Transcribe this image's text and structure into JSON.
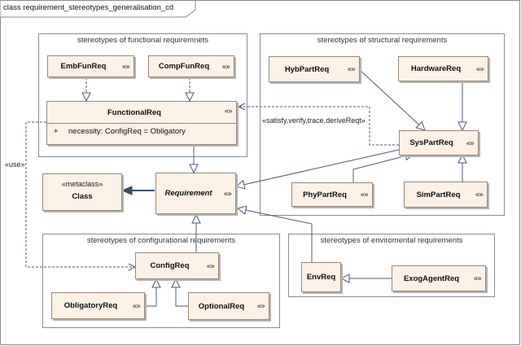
{
  "frame": {
    "title": "class requirement_stereotypes_generalisation_cd"
  },
  "stereotype_glyph": "«»",
  "packages": {
    "functional": {
      "title": "stereotypes of functional requiremnets"
    },
    "structural": {
      "title": "stereotypes of structural requirements"
    },
    "configurational": {
      "title": "stereotypes of configurational requirements"
    },
    "environmental": {
      "title": "stereotypes of enviromental requirements"
    }
  },
  "classes": {
    "emb_fun_req": {
      "name": "EmbFunReq"
    },
    "comp_fun_req": {
      "name": "CompFunReq"
    },
    "functional_req": {
      "name": "FunctionalReq",
      "attribute": {
        "visibility": "+",
        "text": "necessity: ConfigReq = Obligatory"
      }
    },
    "hyb_part_req": {
      "name": "HybPartReq"
    },
    "hardware_req": {
      "name": "HardwareReq"
    },
    "sys_part_req": {
      "name": "SysPartReq"
    },
    "phy_part_req": {
      "name": "PhyPartReq"
    },
    "sim_part_req": {
      "name": "SimPartReq"
    },
    "metaclass": {
      "stereotype": "«metaclass»",
      "name": "Class"
    },
    "requirement": {
      "name": "Requirement"
    },
    "config_req": {
      "name": "ConfigReq"
    },
    "obligatory_req": {
      "name": "ObligatoryReq"
    },
    "optional_req": {
      "name": "OptionalReq"
    },
    "env_req": {
      "name": "EnvReq"
    },
    "exog_agent_req": {
      "name": "ExogAgentReq"
    }
  },
  "labels": {
    "satisfy_dependency": "«satisfy,verify,trace,deriveReqt»",
    "use_dependency": "«use»"
  }
}
